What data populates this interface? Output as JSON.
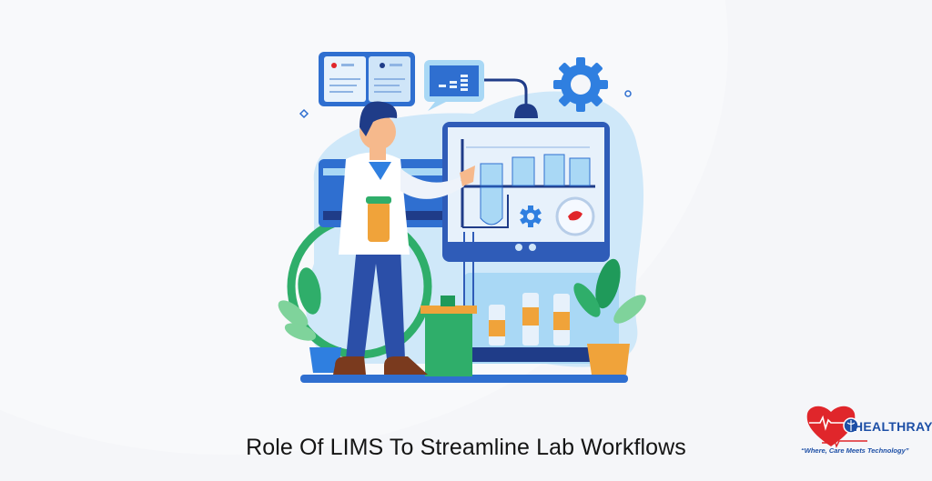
{
  "banner": {
    "title": "Role Of LIMS To Streamline Lab Workflows",
    "illustration": "lab-scientist-with-lims-dashboard"
  },
  "logo": {
    "brand": "HEALTHRAY",
    "tagline": "“Where, Care Meets Technology”",
    "icon": "heart-ecg-caduceus-icon"
  },
  "colors": {
    "background": "#f5f6f9",
    "primary_blue": "#2f6fd0",
    "light_blue": "#a9d8f5",
    "navy": "#1f3c88",
    "green": "#2fae6a",
    "orange": "#f0a33a",
    "logo_red": "#e0262b",
    "logo_blue": "#1d4fa6"
  }
}
